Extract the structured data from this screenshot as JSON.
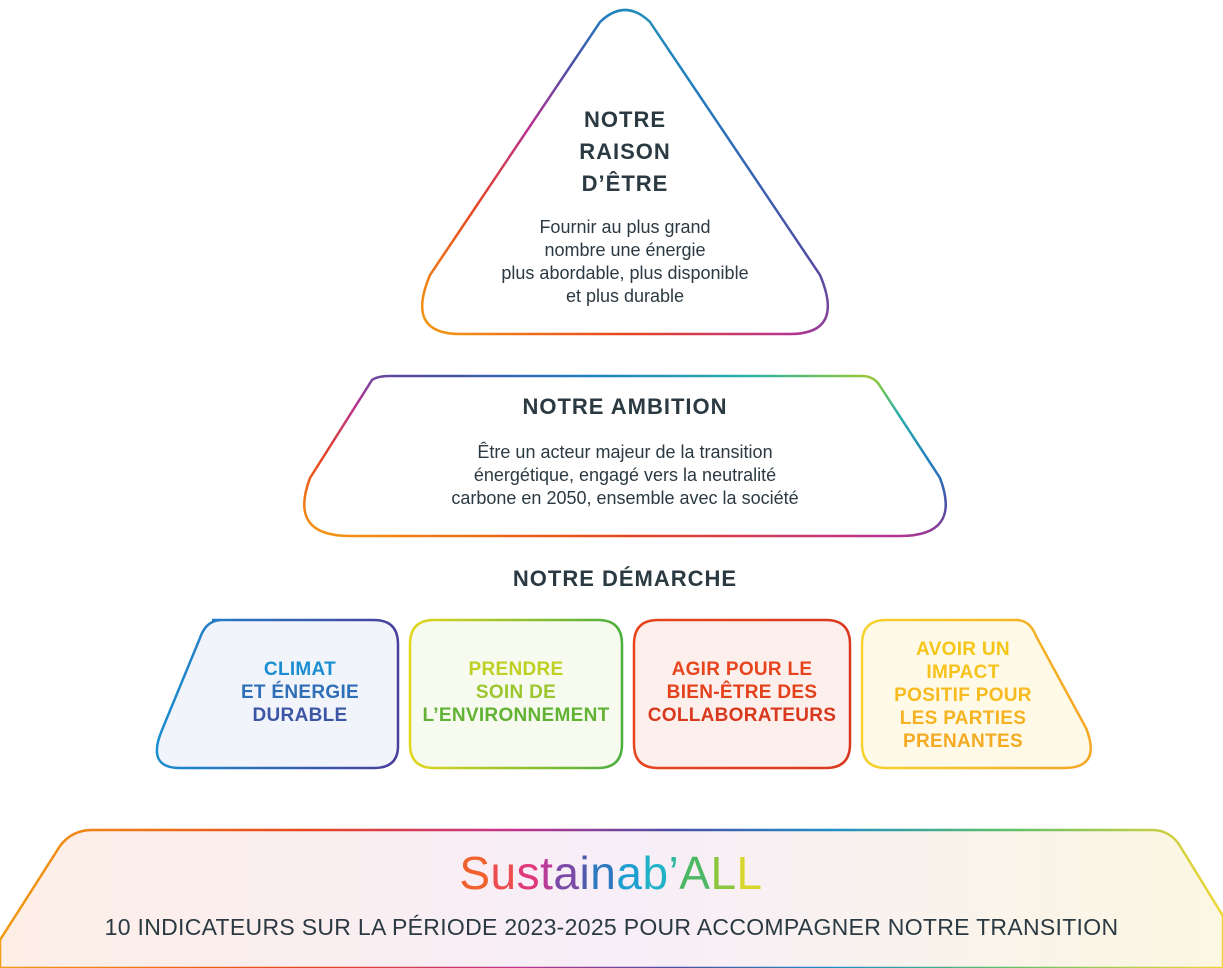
{
  "raison": {
    "title_lines": [
      "NOTRE",
      "RAISON",
      "D’ÊTRE"
    ],
    "text_lines": [
      "Fournir au plus grand",
      "nombre une énergie",
      "plus abordable, plus disponible",
      "et plus durable"
    ]
  },
  "ambition": {
    "title": "NOTRE AMBITION",
    "text_lines": [
      "Être un acteur majeur de la transition",
      "énergétique, engagé vers la neutralité",
      "carbone en 2050, ensemble avec la société"
    ]
  },
  "demarche": {
    "title": "NOTRE DÉMARCHE",
    "pillars": [
      {
        "lines": [
          "CLIMAT",
          "ET ÉNERGIE",
          "DURABLE"
        ],
        "color": "#1e6fb8"
      },
      {
        "lines": [
          "PRENDRE",
          "SOIN DE",
          "L’ENVIRONNEMENT"
        ],
        "color": "#8cc63f"
      },
      {
        "lines": [
          "AGIR POUR LE",
          "BIEN-ÊTRE DES",
          "COLLABORATEURS"
        ],
        "color": "#e84e1b"
      },
      {
        "lines": [
          "AVOIR UN",
          "IMPACT",
          "POSITIF POUR",
          "LES PARTIES",
          "PRENANTES"
        ],
        "color": "#fbc02d"
      }
    ]
  },
  "program": {
    "brand_letters": [
      {
        "ch": "S",
        "color": "#f0612d"
      },
      {
        "ch": "u",
        "color": "#ee4d4f"
      },
      {
        "ch": "s",
        "color": "#e0397a"
      },
      {
        "ch": "t",
        "color": "#b83b98"
      },
      {
        "ch": "a",
        "color": "#7a4aa6"
      },
      {
        "ch": "i",
        "color": "#4e5aae"
      },
      {
        "ch": "n",
        "color": "#2e78c0"
      },
      {
        "ch": "a",
        "color": "#1f9fd0"
      },
      {
        "ch": "b",
        "color": "#20b3c7"
      },
      {
        "ch": "’",
        "color": "#2fb79f"
      },
      {
        "ch": "A",
        "color": "#4cb863"
      },
      {
        "ch": "L",
        "color": "#8cc63f"
      },
      {
        "ch": "L",
        "color": "#d8d52b"
      }
    ],
    "tagline": "10 INDICATEURS SUR LA PÉRIODE 2023-2025 POUR ACCOMPAGNER NOTRE TRANSITION"
  },
  "colors": {
    "text": "#2b3a42",
    "gradient": [
      "#f39c12",
      "#e8451e",
      "#cf2d7a",
      "#7b3f9e",
      "#1f6fb5",
      "#20a7c9",
      "#8cc63f",
      "#f6d330"
    ]
  }
}
